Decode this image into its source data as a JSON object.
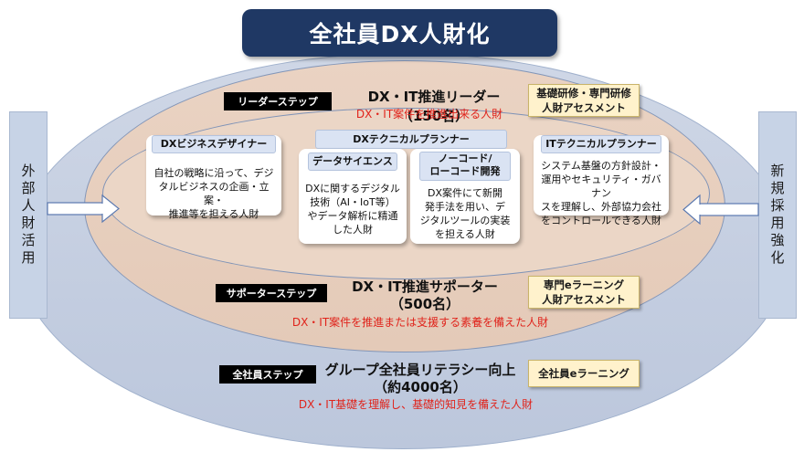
{
  "title": "全社員DX人財化",
  "side_left": "外部人財活用",
  "side_right": "新規採用強化",
  "leader": {
    "badge": "リーダーステップ",
    "heading": "DX・IT推進リーダー（150名）",
    "red": "DX・IT案件を推進出来る人財",
    "training": [
      "基礎研修・専門研修",
      "人財アセスメント"
    ]
  },
  "cards": {
    "biz": {
      "head": "DXビジネスデザイナー",
      "body": "自社の戦略に沿って、デジ\nタルビジネスの企画・立案・\n推進等を担える人財"
    },
    "tech_group": {
      "head": "DXテクニカルプランナー"
    },
    "ds": {
      "head": "データサイエンス",
      "body": "DXに関するデジタル\n技術（AI・IoT等）\nやデータ解析に精通\nした人財"
    },
    "lc": {
      "head": "ノーコード/\nローコード開発",
      "body": "DX案件にて新開\n発手法を用い、デ\nジタルツールの実装\nを担える人財"
    },
    "it": {
      "head": "ITテクニカルプランナー",
      "body": "システム基盤の方針設計・\n運用やセキュリティ・ガバナン\nスを理解し、外部協力会社\nをコントロールできる人財"
    }
  },
  "supporter": {
    "badge": "サポーターステップ",
    "heading1": "DX・IT推進サポーター",
    "heading2": "（500名）",
    "red": "DX・IT案件を推進または支援する素養を備えた人財",
    "training": [
      "専門eラーニング",
      "人財アセスメント"
    ]
  },
  "all": {
    "badge": "全社員ステップ",
    "heading1": "グループ全社員リテラシー向上",
    "heading2": "（約4000名）",
    "red": "DX・IT基礎を理解し、基礎的知見を備えた人財",
    "training": "全社員eラーニング"
  },
  "colors": {
    "title_bg": "#1f3864",
    "red_text": "#e0231b",
    "training_bg": "#fff2cc"
  }
}
